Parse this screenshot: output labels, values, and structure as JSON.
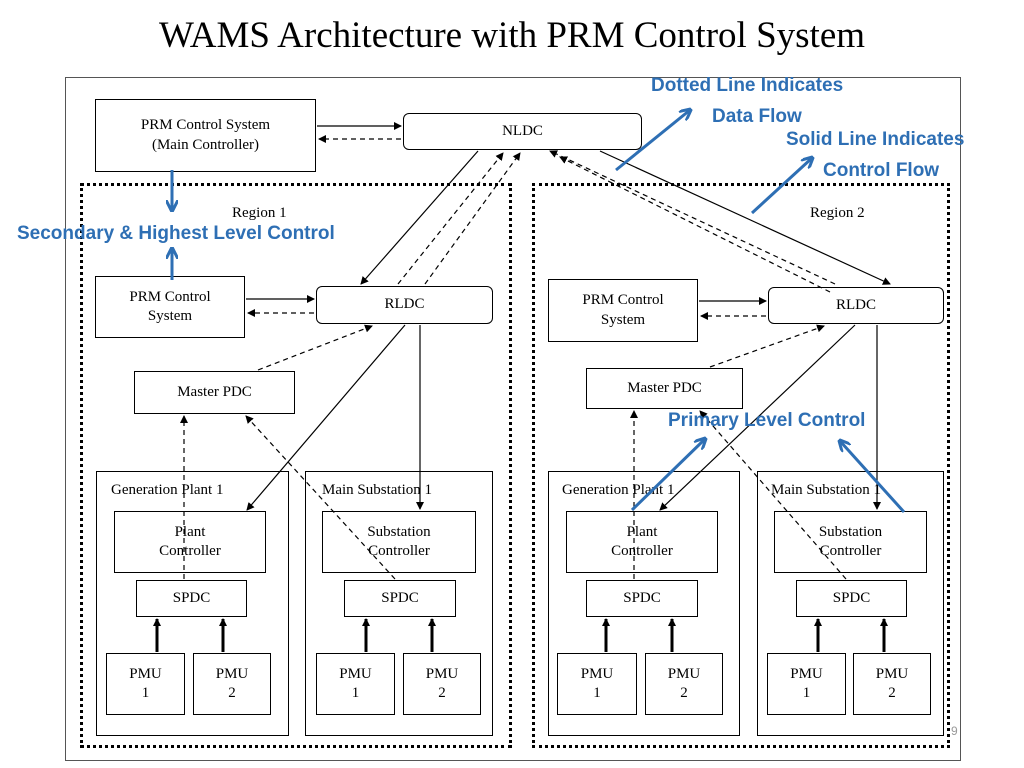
{
  "slide": {
    "title": "WAMS Architecture with PRM Control System",
    "page_number": "9"
  },
  "diagram": {
    "top": {
      "prm_main": "PRM Control System\n(Main Controller)",
      "nldc": "NLDC"
    },
    "region1": {
      "label": "Region 1",
      "prm": "PRM Control\nSystem",
      "rldc": "RLDC",
      "master_pdc": "Master PDC",
      "gen_plant_label": "Generation Plant 1",
      "plant_controller": "Plant\nController",
      "gen_spdc": "SPDC",
      "gen_pmu1": "PMU\n1",
      "gen_pmu2": "PMU\n2",
      "sub_label": "Main Substation 1",
      "substation_controller": "Substation\nController",
      "sub_spdc": "SPDC",
      "sub_pmu1": "PMU\n1",
      "sub_pmu2": "PMU\n2"
    },
    "region2": {
      "label": "Region 2",
      "prm": "PRM Control\nSystem",
      "rldc": "RLDC",
      "master_pdc": "Master PDC",
      "gen_plant_label": "Generation Plant 1",
      "plant_controller": "Plant\nController",
      "gen_spdc": "SPDC",
      "gen_pmu1": "PMU\n1",
      "gen_pmu2": "PMU\n2",
      "sub_label": "Main Substation 1",
      "substation_controller": "Substation\nController",
      "sub_spdc": "SPDC",
      "sub_pmu1": "PMU\n1",
      "sub_pmu2": "PMU\n2"
    }
  },
  "annotations": {
    "dotted_line": "Dotted Line Indicates",
    "data_flow": "Data Flow",
    "solid_line": "Solid Line Indicates",
    "control_flow": "Control Flow",
    "secondary": "Secondary & Highest Level Control",
    "primary": "Primary Level Control",
    "color": "#2e6fb4"
  }
}
